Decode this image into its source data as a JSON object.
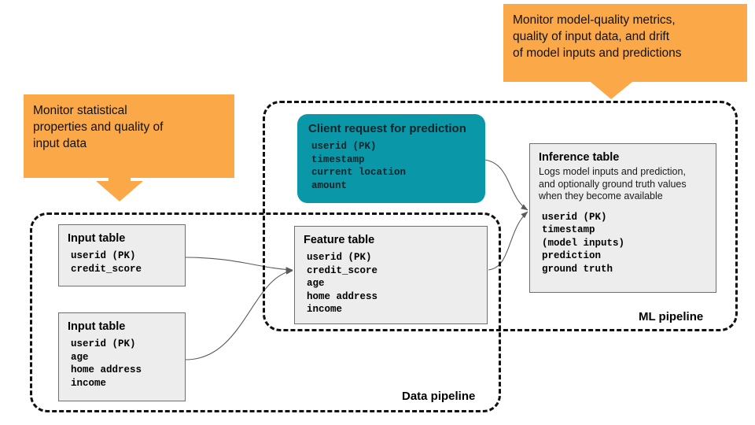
{
  "colors": {
    "callout_orange": "#FBA948",
    "teal": "#0A97A8",
    "box_grey": "#EDEDED",
    "outline": "#6F6F6F",
    "dashed": "#111111"
  },
  "callouts": [
    {
      "id": "left",
      "name": "callout-monitor-input-data",
      "lines": [
        "Monitor statistical",
        "properties and quality of",
        "input data"
      ]
    },
    {
      "id": "right",
      "name": "callout-monitor-model-quality",
      "lines": [
        "Monitor model-quality metrics,",
        "quality of input data, and drift",
        "of model inputs and predictions"
      ]
    }
  ],
  "pipelines": [
    {
      "id": "data",
      "label": "Data pipeline"
    },
    {
      "id": "ml",
      "label": "ML pipeline"
    }
  ],
  "boxes": [
    {
      "id": "input_table_1",
      "title": "Input table",
      "desc": [],
      "fields": [
        "userid (PK)",
        "credit_score"
      ]
    },
    {
      "id": "input_table_2",
      "title": "Input table",
      "desc": [],
      "fields": [
        "userid (PK)",
        "age",
        "home address",
        "income"
      ]
    },
    {
      "id": "feature_table",
      "title": "Feature table",
      "desc": [],
      "fields": [
        "userid (PK)",
        "credit_score",
        "age",
        "home address",
        "income"
      ]
    },
    {
      "id": "client_request",
      "title": "Client request for prediction",
      "desc": [],
      "fields": [
        "userid (PK)",
        "timestamp",
        "current location",
        "amount"
      ]
    },
    {
      "id": "inference_table",
      "title": "Inference table",
      "desc": [
        "Logs model inputs and prediction,",
        "and optionally ground truth values",
        "when they become available"
      ],
      "fields": [
        "userid (PK)",
        "timestamp",
        "(model inputs)",
        "prediction",
        "ground truth"
      ]
    }
  ]
}
